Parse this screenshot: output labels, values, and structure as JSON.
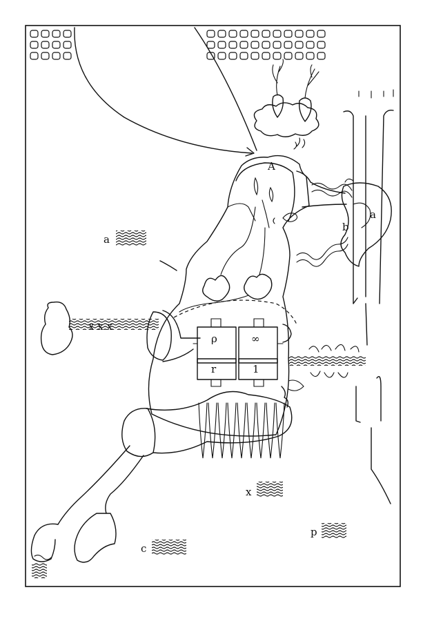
{
  "drawing": {
    "labels": {
      "head_top": "A",
      "ear_a": "a",
      "ear_b": "b",
      "left_note": "a",
      "center_note": "x",
      "bottom_note": "c",
      "right_note": "p",
      "chamber_top_left": "ρ",
      "chamber_top_right": "∞",
      "chamber_bottom_left": "r",
      "chamber_bottom_right": "1",
      "bone_marks": "x x x"
    }
  }
}
